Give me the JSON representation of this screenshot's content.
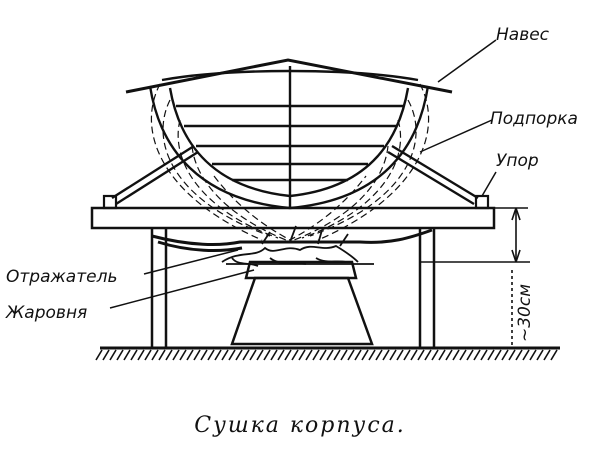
{
  "labels": {
    "naves": "Навес",
    "podporka": "Подпорка",
    "upor": "Упор",
    "otrazhatel": "Отражатель",
    "zharovnya": "Жаровня",
    "height": "~30см"
  },
  "caption": "Сушка корпуса."
}
